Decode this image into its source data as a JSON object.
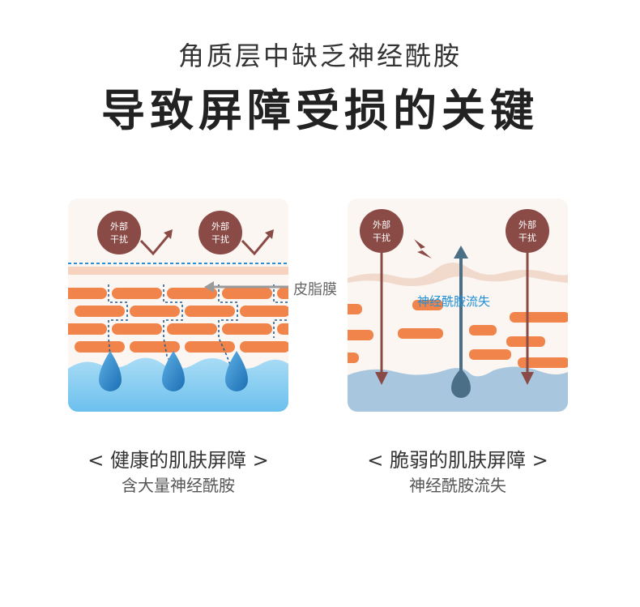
{
  "header": {
    "subtitle": "角质层中缺乏神经酰胺",
    "title": "导致屏障受损的关键"
  },
  "left_panel": {
    "badge_line1": "外部",
    "badge_line2": "干扰",
    "caption": "< 健康的肌肤屏障 >",
    "subcaption": "含大量神经酰胺"
  },
  "right_panel": {
    "badge_line1": "外部",
    "badge_line2": "干扰",
    "loss_label": "神经酰胺流失",
    "caption": "< 脆弱的肌肤屏障 >",
    "subcaption": "神经酰胺流失"
  },
  "sebum_label": "皮脂膜",
  "colors": {
    "cell_orange": "#f0844a",
    "badge_brown": "#8a4a46",
    "water_blue": "#2f8fd0",
    "loss_blue": "#1e8fd6",
    "panel_bg_top": "#fbf6f2"
  }
}
